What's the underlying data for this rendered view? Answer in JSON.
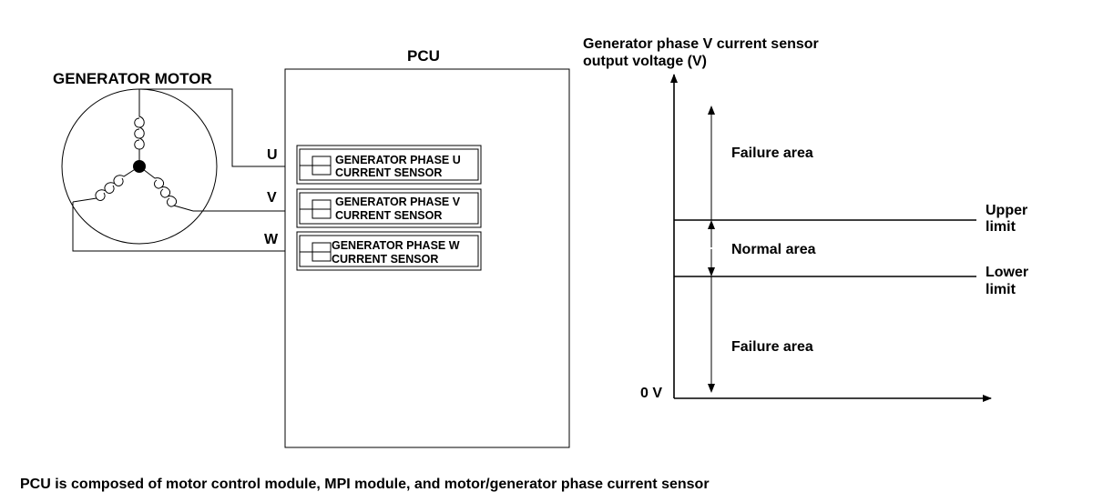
{
  "motor": {
    "title": "GENERATOR MOTOR"
  },
  "pcu": {
    "title": "PCU",
    "sensors": [
      {
        "line1": "GENERATOR PHASE U",
        "line2": "CURRENT SENSOR"
      },
      {
        "line1": "GENERATOR PHASE V",
        "line2": "CURRENT SENSOR"
      },
      {
        "line1": "GENERATOR PHASE W",
        "line2": "CURRENT SENSOR"
      }
    ]
  },
  "phases": [
    "U",
    "V",
    "W"
  ],
  "graph": {
    "ylabel_line1": "Generator phase V current sensor",
    "ylabel_line2": "output voltage (V)",
    "zero_label": "0 V",
    "areas": {
      "failure_upper": "Failure area",
      "normal": "Normal area",
      "failure_lower": "Failure area"
    },
    "upper_limit": {
      "line1": "Upper",
      "line2": "limit"
    },
    "lower_limit": {
      "line1": "Lower",
      "line2": "limit"
    }
  },
  "caption": "PCU is composed of motor control module, MPI module, and motor/generator phase current sensor"
}
